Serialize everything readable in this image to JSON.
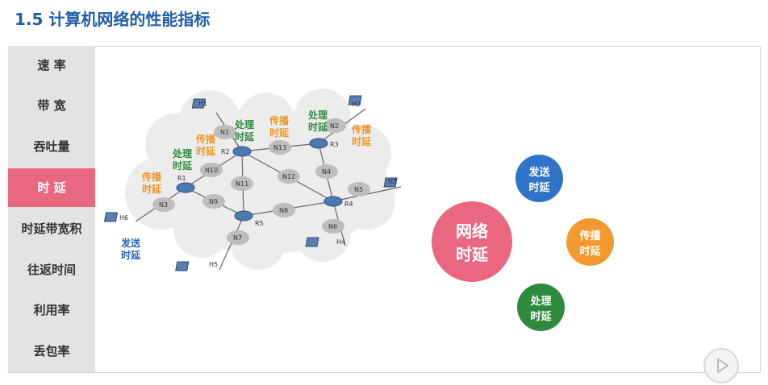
{
  "page": {
    "title": "1.5 计算机网络的性能指标"
  },
  "sidebar": {
    "items": [
      {
        "label": "速 率"
      },
      {
        "label": "带 宽"
      },
      {
        "label": "吞吐量"
      },
      {
        "label": "时 延"
      },
      {
        "label": "时延带宽积"
      },
      {
        "label": "往返时间"
      },
      {
        "label": "利用率"
      },
      {
        "label": "丢包率"
      }
    ],
    "active_index": 3
  },
  "diagram": {
    "hosts": [
      "H1",
      "H2",
      "H3",
      "H4",
      "H5",
      "H6"
    ],
    "routers": [
      "R1",
      "R2",
      "R3",
      "R4",
      "R5"
    ],
    "networks": [
      "N1",
      "N2",
      "N3",
      "N4",
      "N5",
      "N6",
      "N7",
      "N8",
      "N9",
      "N10",
      "N11",
      "N12",
      "N13"
    ],
    "labels": {
      "propagation": [
        "传播",
        "时延"
      ],
      "processing": [
        "处理",
        "时延"
      ],
      "transmission": [
        "发送",
        "时延"
      ]
    }
  },
  "bubbles": {
    "center": [
      "网络",
      "时延"
    ],
    "send": [
      "发送",
      "时延"
    ],
    "propagate": [
      "传播",
      "时延"
    ],
    "process": [
      "处理",
      "时延"
    ]
  },
  "colors": {
    "title": "#1f5fa6",
    "active": "#e9677f",
    "send": "#2f74c8",
    "propagate": "#f29a30",
    "process": "#2e8b3c"
  }
}
